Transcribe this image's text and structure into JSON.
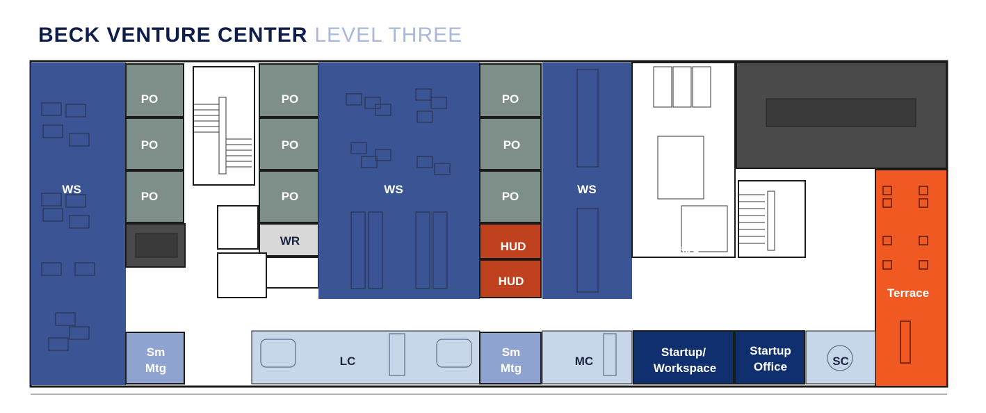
{
  "title": {
    "building": "BECK VENTURE CENTER",
    "level": "LEVEL THREE"
  },
  "colors": {
    "workspace": "#3a5494",
    "private_office": "#7d8f88",
    "meeting": "#8ea3cf",
    "lounge": "#c8d6ea",
    "hud": "#c0411e",
    "startup": "#0f2f6e",
    "terrace": "#f05a22",
    "dark_room": "#4a4a4a",
    "wall": "#1b1b1b"
  },
  "rooms": {
    "ws_left": "WS",
    "ws_center": "WS",
    "ws_right": "WS",
    "po_1": "PO",
    "po_2": "PO",
    "po_3": "PO",
    "po_4": "PO",
    "po_5": "PO",
    "po_6": "PO",
    "po_7": "PO",
    "po_8": "PO",
    "po_9": "PO",
    "wr": "WR",
    "hud_1": "HUD",
    "hud_2": "HUD",
    "sm_mtg_1_line1": "Sm",
    "sm_mtg_1_line2": "Mtg",
    "lc": "LC",
    "sm_mtg_2_line1": "Sm",
    "sm_mtg_2_line2": "Mtg",
    "mc": "MC",
    "startup_ws_line1": "Startup/",
    "startup_ws_line2": "Workspace",
    "startup_office_line1": "Startup",
    "startup_office_line2": "Office",
    "sc": "SC",
    "terrace": "Terrace",
    "office": "Office"
  }
}
